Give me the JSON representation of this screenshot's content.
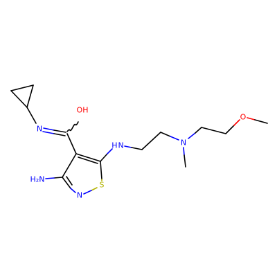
{
  "atoms": [
    {
      "id": "n_amide",
      "label": "N",
      "color": "#0000ff"
    },
    {
      "id": "o_hydroxyl",
      "label": "OH",
      "color": "#ff0000"
    },
    {
      "id": "nh_linker",
      "label": "H N",
      "color": "#0000ff"
    },
    {
      "id": "n_tertiary",
      "label": "N",
      "color": "#0000ff"
    },
    {
      "id": "o_ether",
      "label": "O",
      "color": "#ff0000"
    },
    {
      "id": "nh2_amino",
      "label": "H₂N",
      "color": "#0000ff"
    },
    {
      "id": "n_ring",
      "label": "N",
      "color": "#0000ff"
    },
    {
      "id": "s_ring",
      "label": "S",
      "color": "#b2b200"
    }
  ]
}
